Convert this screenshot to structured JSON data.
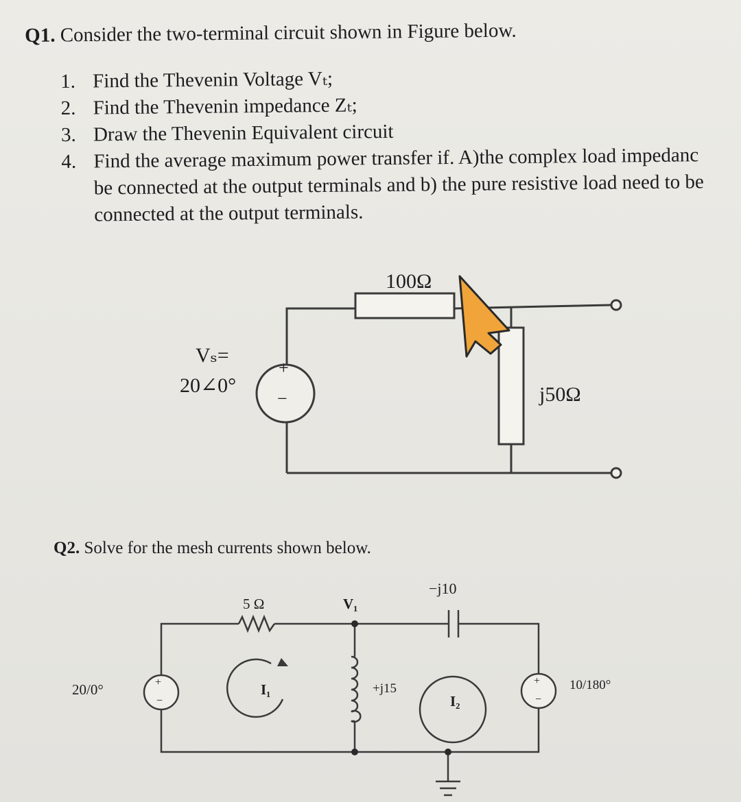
{
  "q1": {
    "label": "Q1.",
    "heading": "Consider the two-terminal circuit shown in Figure below.",
    "items": [
      {
        "num": "1.",
        "text": "Find the Thevenin Voltage Vₜ;"
      },
      {
        "num": "2.",
        "text": "Find the Thevenin impedance Zₜ;"
      },
      {
        "num": "3.",
        "text": "Draw the Thevenin Equivalent circuit"
      },
      {
        "num": "4.",
        "text": "Find the average maximum power transfer if. A)the complex load impedanc",
        "cont1": "be connected at the output terminals and b) the pure resistive load need to be",
        "cont2": "connected at the output terminals."
      }
    ],
    "circuit": {
      "resistor": "100Ω",
      "source_label": "Vₛ=",
      "source_value": "20∠0°",
      "source_plus": "+",
      "source_minus": "−",
      "inductor": "j50Ω"
    }
  },
  "q2": {
    "label": "Q2.",
    "heading": "Solve for the mesh currents shown below.",
    "circuit": {
      "resistor": "5 Ω",
      "node": "V₁",
      "capacitor": "−j10",
      "left_source": "20/0°",
      "right_source": "10/180°",
      "inductor": "+j15",
      "mesh1": "I₁",
      "mesh2": "I₂",
      "plus": "+",
      "minus": "−"
    }
  },
  "cursor": {
    "color": "#f0a43a"
  }
}
